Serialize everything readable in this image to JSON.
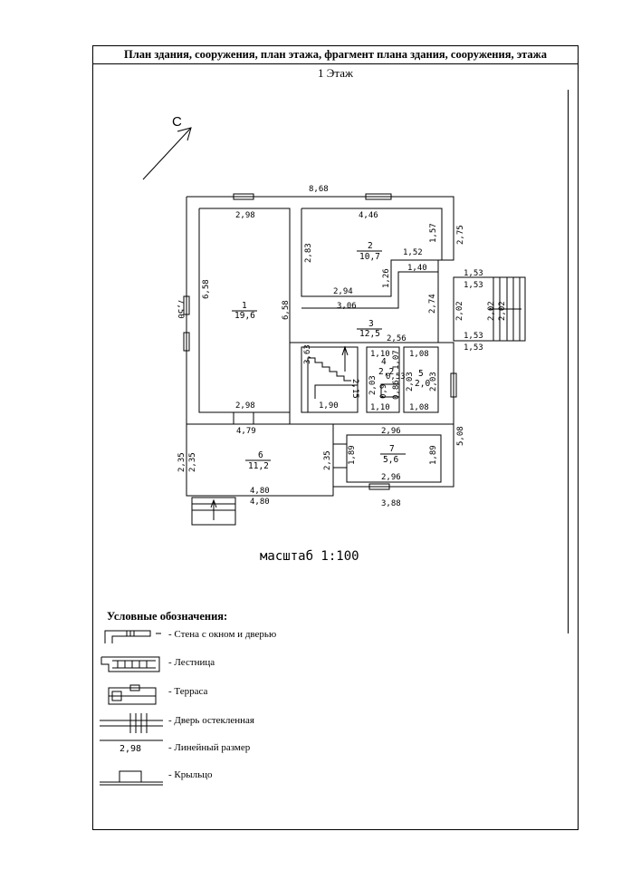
{
  "header": {
    "title": "План здания, сооружения, план этажа, фрагмент плана здания, сооружения, этажа",
    "floor": "1 Этаж"
  },
  "compass": {
    "label": "С"
  },
  "rooms": [
    {
      "number": "1",
      "area": "19,6"
    },
    {
      "number": "2",
      "area": "10,7"
    },
    {
      "number": "3",
      "area": "12,5"
    },
    {
      "number": "4",
      "area": "2,2"
    },
    {
      "number": "5",
      "area": "2,0"
    },
    {
      "number": "6",
      "area": "11,2"
    },
    {
      "number": "7",
      "area": "5,6"
    }
  ],
  "dimensions": {
    "overall_width": "8,68",
    "room1_top": "2,98",
    "room1_bottom": "2,98",
    "room1_height": "6,58",
    "room1_height_right": "6,58",
    "left_total": "7,50",
    "room2_top": "4,46",
    "room2_height": "2,83",
    "room2_right": "1,57",
    "room2_bottom": "2,94",
    "room2_step_h": "1,52",
    "room2_step_v": "1,26",
    "right_top": "2,75",
    "step_1_40": "1,40",
    "room3_top": "3,06",
    "room3_right": "2,74",
    "room3_bottom": "2,56",
    "stair_h": "3,63",
    "stair_w": "1,90",
    "stair_run": "2,15",
    "room4_top": "1,10",
    "room4_bottom": "1,10",
    "room4_h": "2,03",
    "room4_h2": "1,07",
    "room4_a": "0,53",
    "room4_b": "0,86",
    "room4_c": "0,9",
    "room5_top": "1,08",
    "room5_bottom": "1,08",
    "room5_h": "2,03",
    "room5_h2": "2,03",
    "porch_right_a": "1,53",
    "porch_right_b": "1,53",
    "porch_right_c": "1,53",
    "porch_right_d": "1,53",
    "porch_right_h": "2,02",
    "porch_right_h2": "2,02",
    "porch_right_h3": "2,02",
    "right_total": "5,08",
    "room6_top": "4,79",
    "room6_left": "2,35",
    "room6_left2": "2,35",
    "room6_right": "2,35",
    "room6_bottom": "4,80",
    "room6_bottom2": "4,80",
    "room7_top": "2,96",
    "room7_bottom": "2,96",
    "room7_left": "1,89",
    "room7_right": "1,89",
    "bottom_right": "3,88"
  },
  "scale": "масштаб 1:100",
  "legend": {
    "title": "Условные обозначения:",
    "items": [
      {
        "icon": "wall-window-door-icon",
        "label": "- Стена с окном и дверью"
      },
      {
        "icon": "staircase-icon",
        "label": "- Лестница"
      },
      {
        "icon": "terrace-icon",
        "label": "- Терраса"
      },
      {
        "icon": "glazed-door-icon",
        "label": "- Дверь остекленная"
      },
      {
        "icon": "linear-dimension-icon",
        "label": "- Линейный размер",
        "sample": "2,98"
      },
      {
        "icon": "porch-icon",
        "label": "- Крыльцо"
      }
    ]
  },
  "colors": {
    "line": "#000000",
    "background": "#ffffff"
  }
}
